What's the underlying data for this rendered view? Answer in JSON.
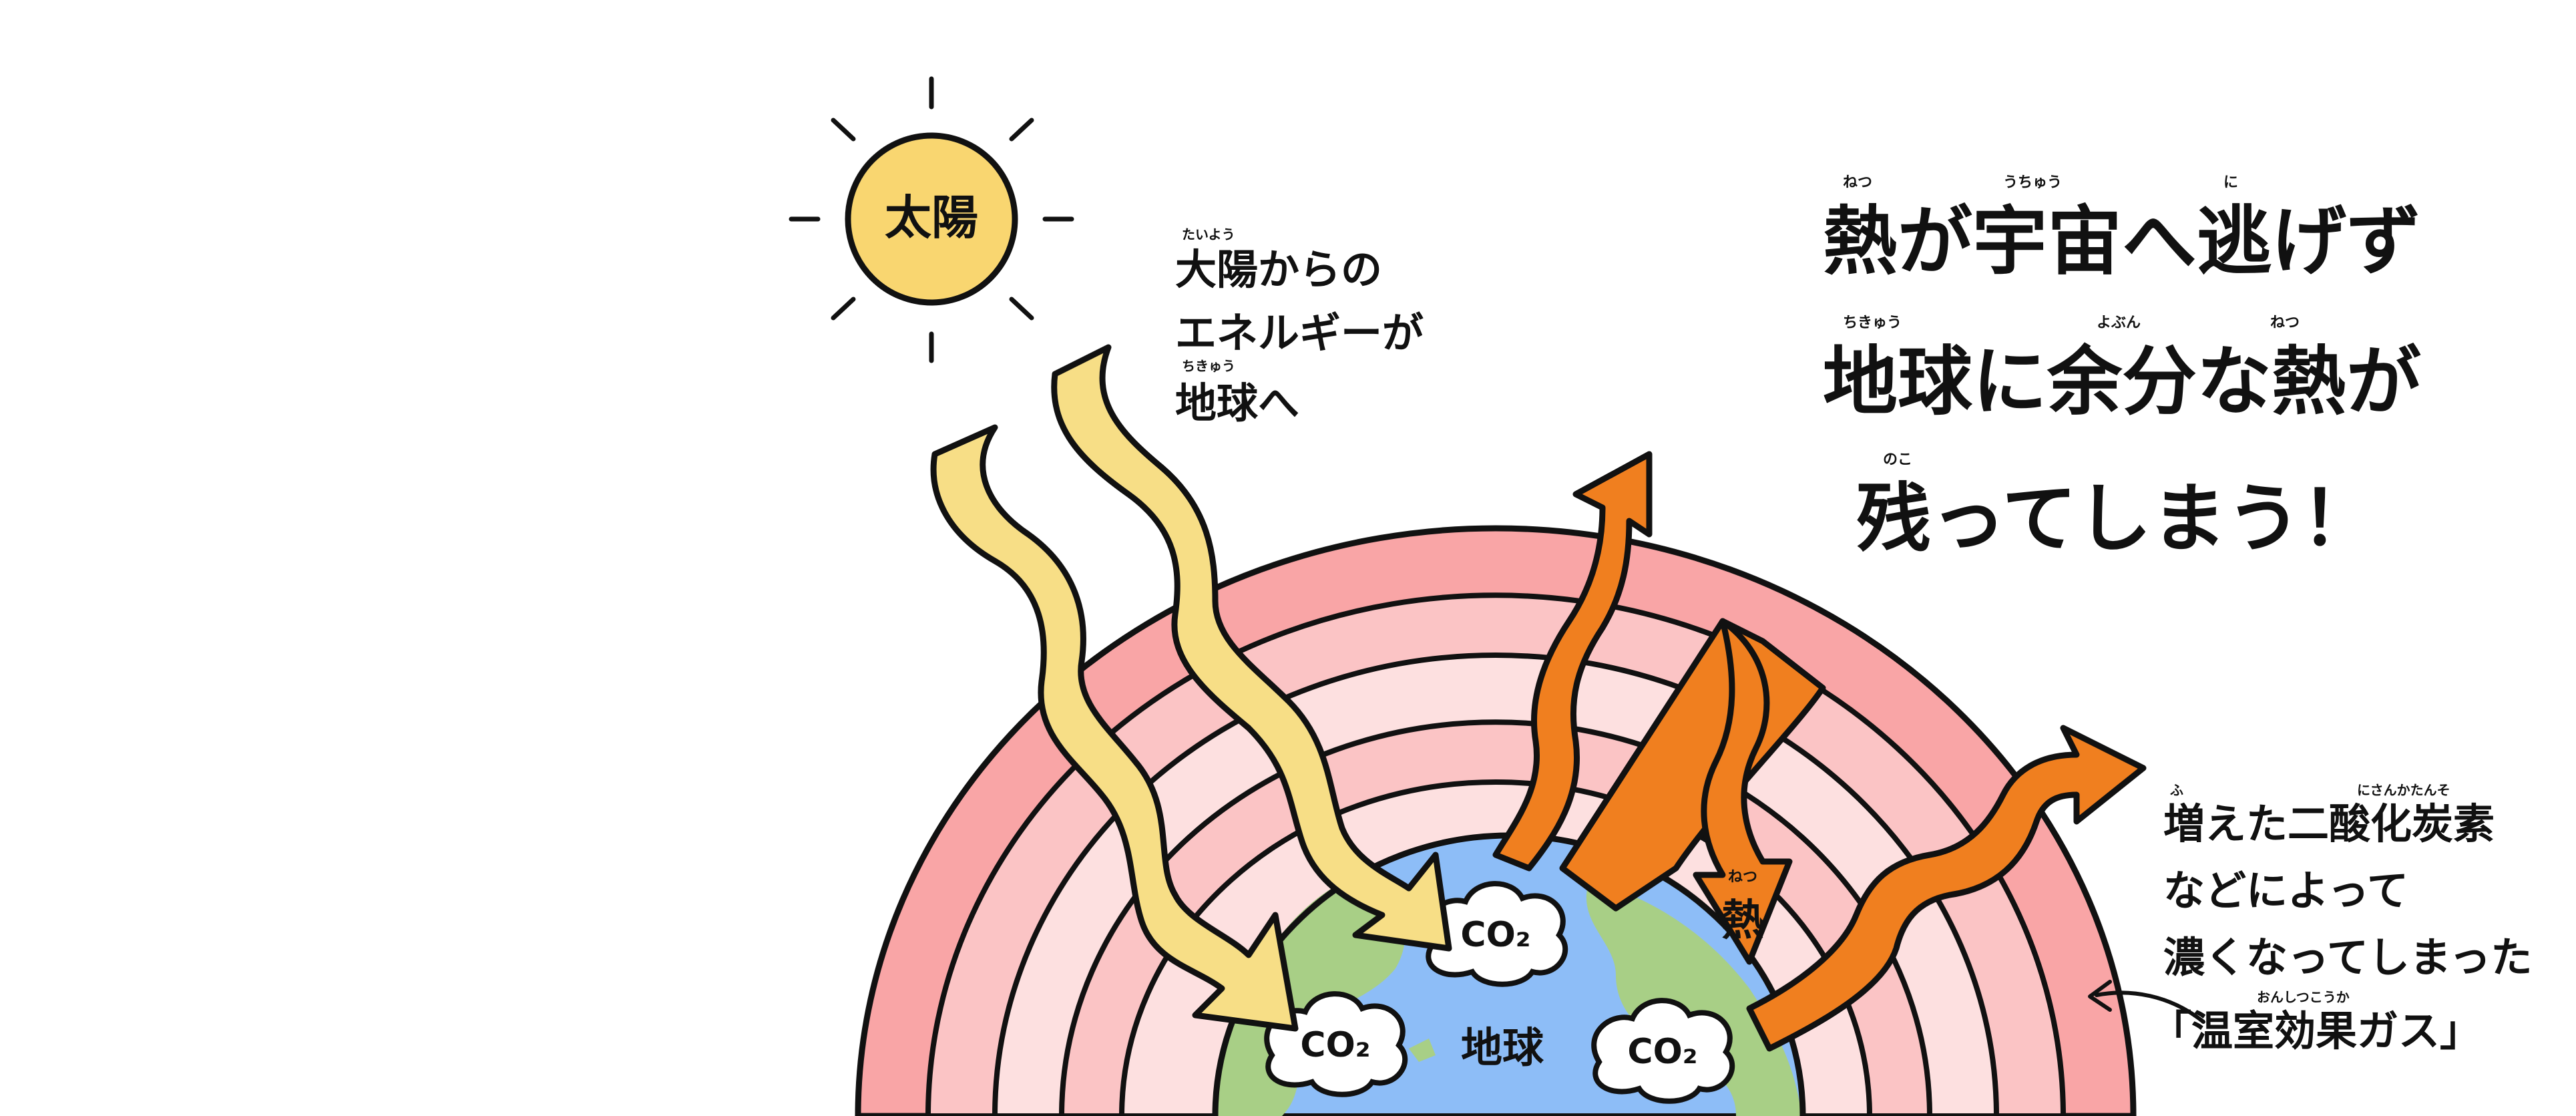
{
  "sun": {
    "label": "太陽",
    "fill": "#f9d670"
  },
  "earth": {
    "label": "地球",
    "ocean_color": "#8dbdf7",
    "land_color": "#a8cf86"
  },
  "atmosphere_colors": [
    "#f9a5a6",
    "#fbc4c5",
    "#fde0e0"
  ],
  "co2_label": "CO₂",
  "heat_label": {
    "text": "熱",
    "ruby": "ねつ"
  },
  "sun_energy_text": {
    "lines": [
      "大陽からの",
      "エネルギーが",
      "地球へ"
    ],
    "ruby": [
      "たいよう",
      "ちきゅう"
    ]
  },
  "headline": {
    "lines": [
      "熱が宇宙へ逃げず",
      "地球に余分な熱が",
      "残ってしまう！"
    ],
    "ruby": [
      "ねつ",
      "うちゅう",
      "に",
      "ちきゅう",
      "よぶん",
      "ねつ",
      "のこ"
    ]
  },
  "greenhouse_text": {
    "lines": [
      "増えた二酸化炭素",
      "などによって",
      "濃くなってしまった",
      "「温室効果ガス」"
    ],
    "ruby": [
      "ふ",
      "にさんかたんそ",
      "おんしつこうか"
    ]
  },
  "colors": {
    "sun_arrow": "#f7de86",
    "heat_arrow": "#f07f1f",
    "outline": "#111111"
  }
}
